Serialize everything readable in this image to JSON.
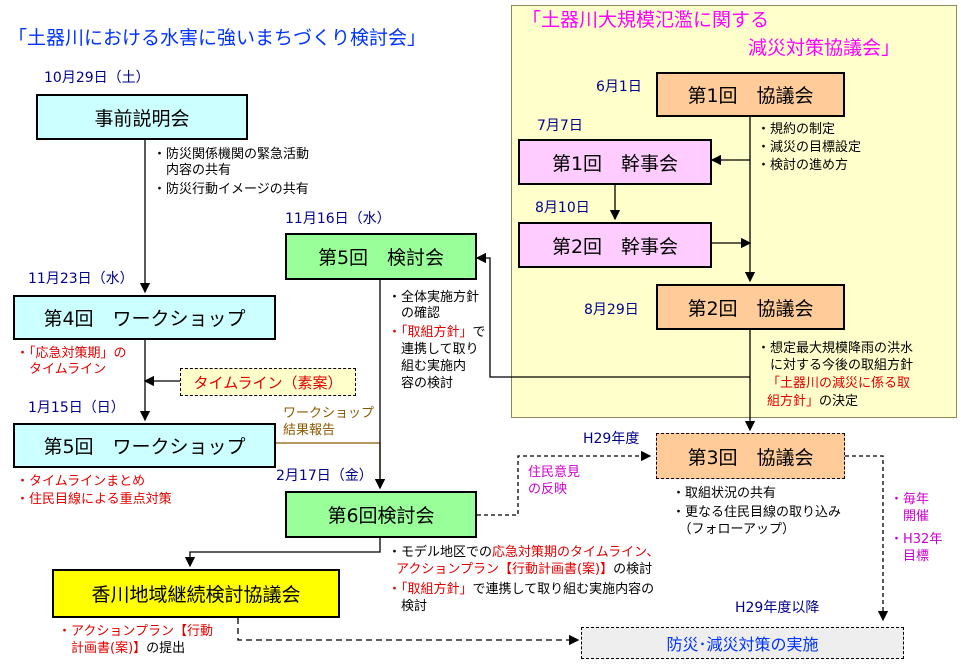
{
  "left_title": "「土器川における水害に強いまちづくり検討会」",
  "right_title_line1": "「土器川大規模氾濫に関する",
  "right_title_line2": "減災対策協議会」",
  "dates": {
    "oct29": "10月29日（土）",
    "nov23": "11月23日（水）",
    "jan15": "1月15日（日）",
    "nov16": "11月16日（水）",
    "feb17": "2月17日（金）",
    "jun1": "6月1日",
    "jul7": "7月7日",
    "aug10": "8月10日",
    "aug29": "8月29日",
    "h29": "H29年度",
    "h29after": "H29年度以降"
  },
  "boxes": {
    "jizen": "事前説明会",
    "ws4": "第4回　ワークショップ",
    "ws5": "第5回　ワークショップ",
    "kentou5": "第5回　検討会",
    "kentou6": "第6回検討会",
    "kagawa": "香川地域継続検討協議会",
    "kyougi1": "第1回　協議会",
    "kanji1": "第1回　幹事会",
    "kanji2": "第2回　幹事会",
    "kyougi2": "第2回　協議会",
    "kyougi3": "第3回　協議会",
    "timeline_draft": "タイムライン（素案）",
    "jisshi": "防災･減災対策の実施"
  },
  "notes": {
    "jizen": [
      "・防災関係機関の緊急活動",
      "　内容の共有",
      "・防災行動イメージの共有"
    ],
    "ws4": [
      "・「応急対策期」の",
      "　タイムライン"
    ],
    "ws5": [
      "・タイムラインまとめ",
      "・住民目線による重点対策"
    ],
    "kentou5_a": [
      "・全体実施方針",
      "　の確認"
    ],
    "kentou5_b_red": "・「取組方針」",
    "kentou5_b_black": "で",
    "kentou5_b_rest": [
      "　連携して取り",
      "　組む実施内",
      "　容の検討"
    ],
    "ws_report": [
      "ワークショップ",
      "結果報告"
    ],
    "kyougi1": [
      "・規約の制定",
      "・減災の目標設定",
      "・検討の進め方"
    ],
    "kyougi2_black": [
      "・想定最大規模降雨の洪水",
      "　に対する今後の取組方針"
    ],
    "kyougi2_red": [
      "「土器川の減災に係る取",
      "組方針」"
    ],
    "kyougi2_tail": "の決定",
    "resident": [
      "住民意見",
      "の反映"
    ],
    "kyougi3": [
      "・取組状況の共有",
      "・更なる住民目線の取り込み",
      "　（フォローアップ）"
    ],
    "yearly": [
      "・毎年",
      "　開催"
    ],
    "h32": [
      "・H32年",
      "　目標"
    ],
    "k6_a_black": "・モデル地区での",
    "k6_a_red": "応急対策期のタイムライン、",
    "k6_b_red": "アクションプラン【行動計画書(案)】",
    "k6_b_black": "の検討",
    "k6_c_red": "・「取組方針」",
    "k6_c_black": "で連携して取り組む実施内容の",
    "k6_d": "　検討",
    "kagawa_red": [
      "・アクションプラン【行動",
      "　計画書(案)】"
    ],
    "kagawa_tail": "の提出"
  },
  "colors": {
    "cyan_box": "#ccffff",
    "green_box": "#99ff99",
    "yellow_box": "#ffff00",
    "pink_box": "#ffccff",
    "peach_box": "#ffcc99",
    "panel": "#ffffcc",
    "title_blue": "#0033ff",
    "title_magenta": "#ff00ff",
    "note_red": "#e00000"
  }
}
